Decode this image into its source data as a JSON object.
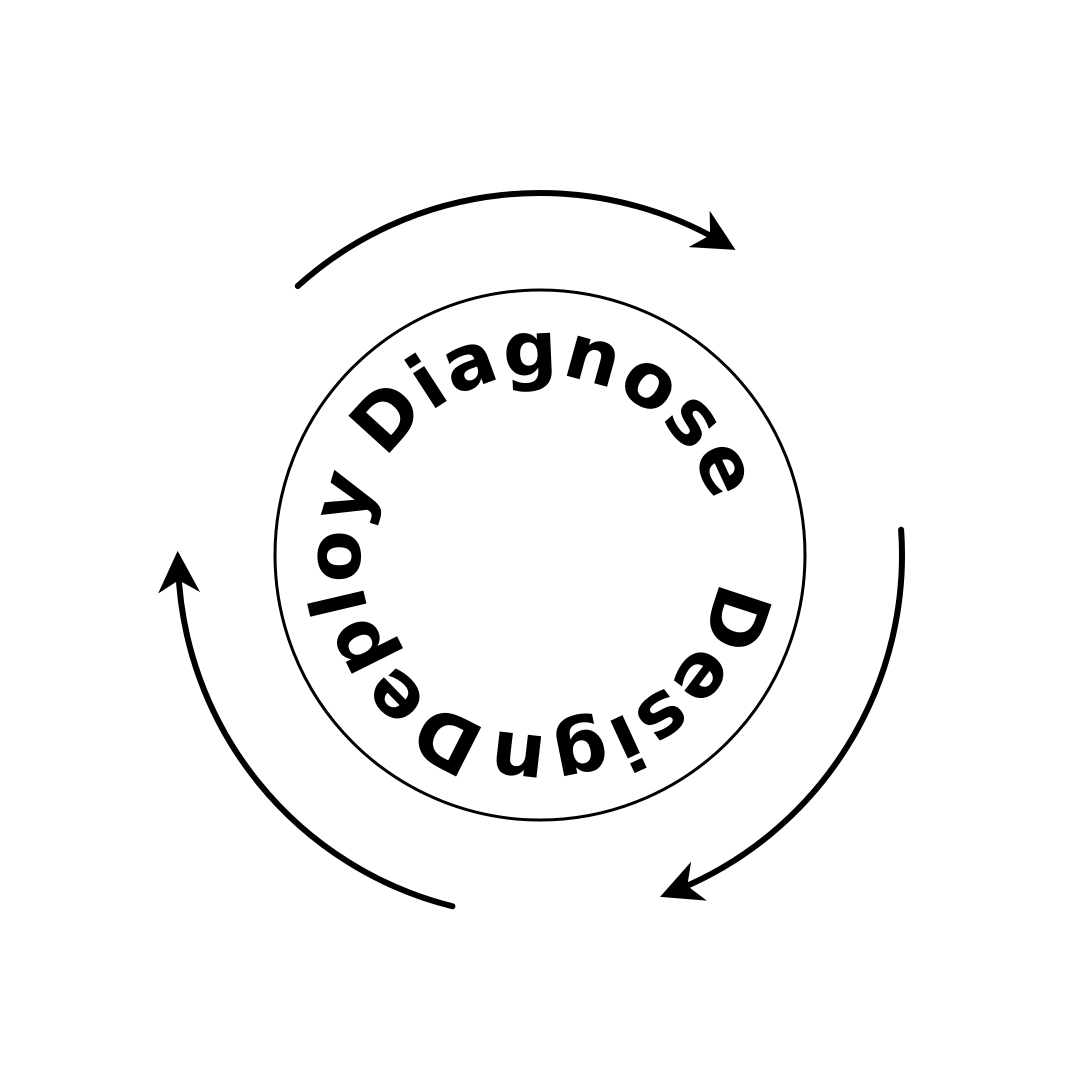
{
  "diagram": {
    "stages": [
      {
        "label": "Diagnose"
      },
      {
        "label": "Design"
      },
      {
        "label": "Deploy"
      }
    ],
    "colors": {
      "ink": "#000000",
      "background": "#ffffff"
    },
    "arrows": [
      {
        "from": "Diagnose",
        "to": "Design"
      },
      {
        "from": "Design",
        "to": "Deploy"
      },
      {
        "from": "Deploy",
        "to": "Diagnose"
      }
    ]
  }
}
